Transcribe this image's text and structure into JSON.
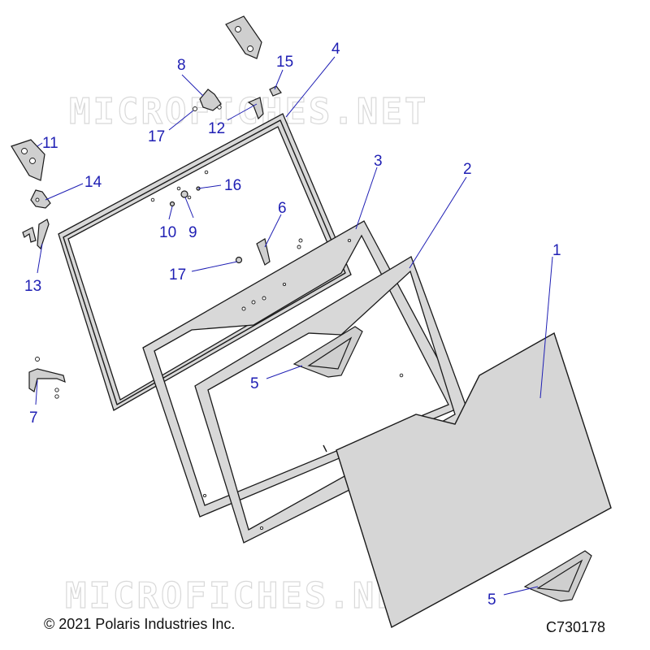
{
  "watermark": "MICROFICHES.NET",
  "copyright": "© 2021 Polaris Industries Inc.",
  "diagram_code": "C730178",
  "callout_color": "#1f1fb4",
  "callouts": [
    "1",
    "2",
    "3",
    "4",
    "5",
    "5",
    "6",
    "7",
    "8",
    "9",
    "10",
    "11",
    "12",
    "13",
    "14",
    "15",
    "16",
    "17",
    "17"
  ]
}
